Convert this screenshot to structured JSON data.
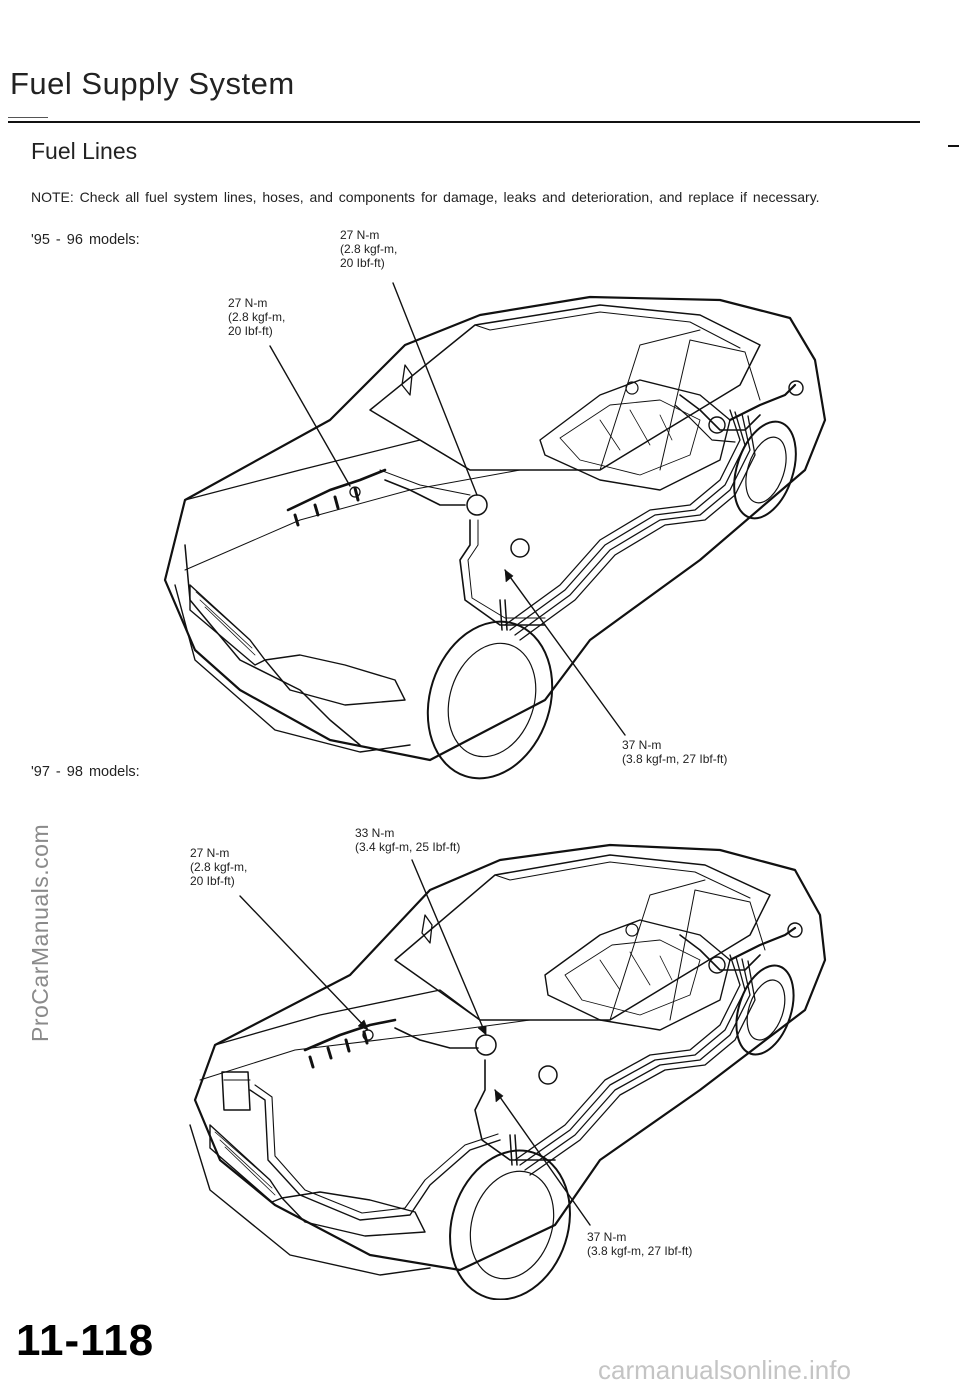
{
  "header": {
    "title": "Fuel Supply System",
    "section": "Fuel Lines"
  },
  "note": "NOTE: Check all fuel system lines, hoses, and components for damage, leaks and deterioration, and replace if necessary.",
  "diagram_1": {
    "label": "'95 - 96 models:",
    "callouts": [
      "27 N-m\n(2.8 kgf-m,\n20 Ibf-ft)",
      "27 N-m\n(2.8 kgf-m,\n20 Ibf-ft)",
      "37 N-m\n(3.8 kgf-m, 27 Ibf-ft)"
    ]
  },
  "diagram_2": {
    "label": "'97 - 98 models:",
    "callouts": [
      "27 N-m\n(2.8 kgf-m,\n20 Ibf-ft)",
      "33 N-m\n(3.4 kgf-m, 25 Ibf-ft)",
      "37 N-m\n(3.8 kgf-m, 27 Ibf-ft)"
    ]
  },
  "watermark": "ProCarManuals.com",
  "page_number": "11-118",
  "footer_site": "carmanualsonline.info"
}
